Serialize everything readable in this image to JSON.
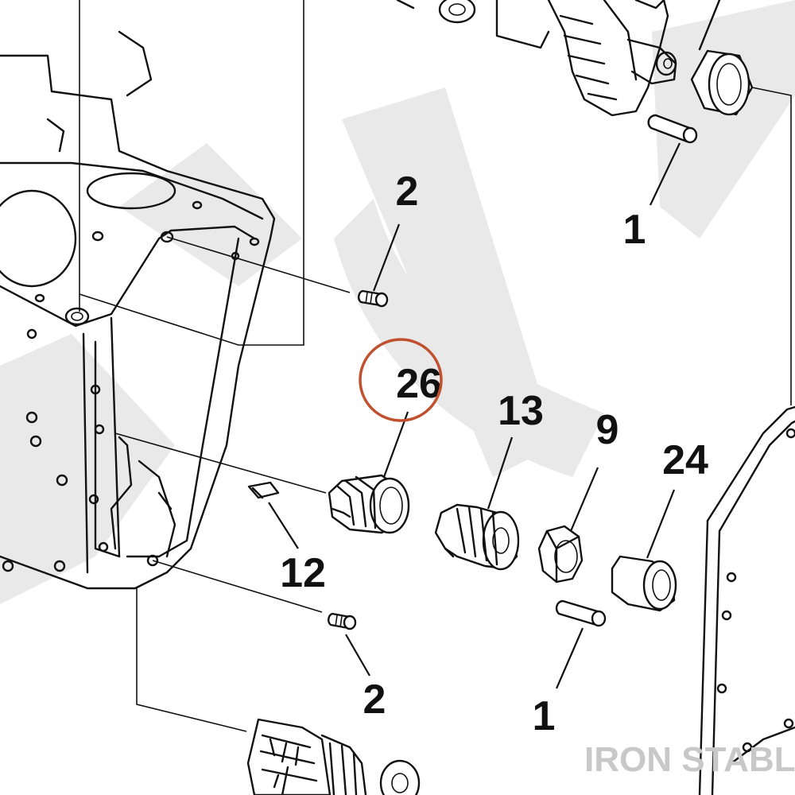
{
  "callouts": {
    "c2_top": "2",
    "c1_top": "1",
    "c26": "26",
    "c13": "13",
    "c9": "9",
    "c24": "24",
    "c12": "12",
    "c2_bottom": "2",
    "c1_bottom": "1"
  },
  "highlight": {
    "label": "26",
    "color": "#c0502e"
  },
  "watermark": {
    "text": "IRON STABLE"
  }
}
